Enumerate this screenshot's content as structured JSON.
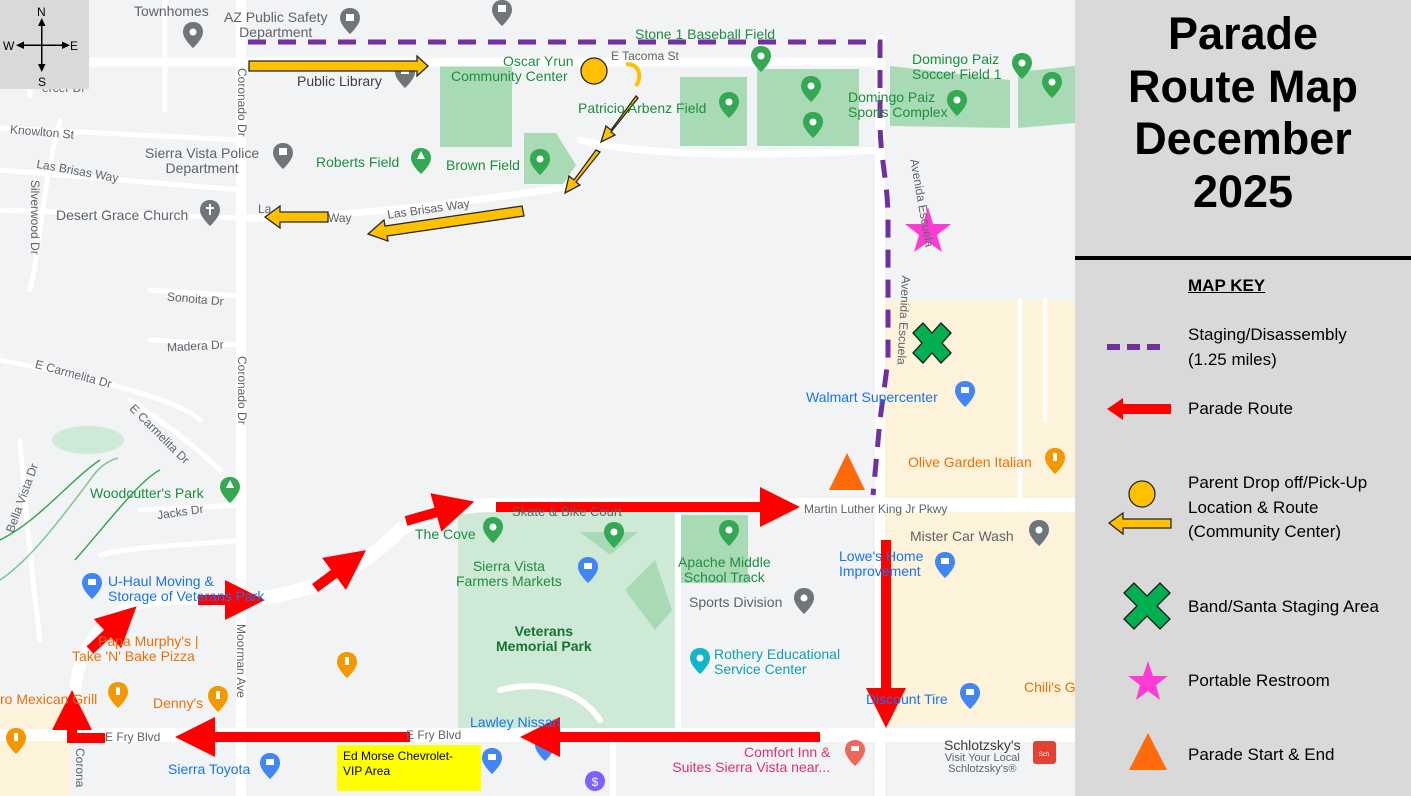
{
  "compass": {
    "n": "N",
    "s": "S",
    "e": "E",
    "w": "W"
  },
  "title": {
    "line1": "Parade",
    "line2": "Route Map",
    "line3": "December",
    "line4": "2025"
  },
  "map_key": {
    "heading": "MAP KEY",
    "items": [
      {
        "symbol": "purple-dashed-line",
        "color": "#7030a0",
        "label_lines": [
          "Staging/Disassembly",
          "(1.25 miles)"
        ]
      },
      {
        "symbol": "red-arrow",
        "color": "#ff0000",
        "label_lines": [
          "Parade Route"
        ]
      },
      {
        "symbol": "orange-circle-and-arrow",
        "color": "#ffc000",
        "label_lines": [
          "Parent Drop off/Pick-Up",
          "Location & Route",
          "(Community Center)"
        ]
      },
      {
        "symbol": "green-x",
        "color": "#00b050",
        "label_lines": [
          "Band/Santa Staging Area"
        ]
      },
      {
        "symbol": "pink-star",
        "color": "#ff3bd6",
        "label_lines": [
          "Portable Restroom"
        ]
      },
      {
        "symbol": "orange-triangle",
        "color": "#ff6a0d",
        "label_lines": [
          "Parade Start & End"
        ]
      }
    ]
  },
  "map": {
    "places": {
      "townhomes": "Townhomes",
      "public_safety": [
        "AZ Public Safety",
        "Department"
      ],
      "public_library": "Public Library",
      "community_center": [
        "Oscar Yrun",
        "Community Center"
      ],
      "tacoma_st": "E Tacoma St",
      "stone_field": "Stone 1 Baseball Field",
      "domingo_soccer": [
        "Domingo Paiz",
        "Soccer Field 1"
      ],
      "domingo_sports": [
        "Domingo Paiz",
        "Sports Complex"
      ],
      "arbenz_field": "Patricio Arbenz Field",
      "police": [
        "Sierra Vista Police",
        "Department"
      ],
      "roberts_field": "Roberts Field",
      "brown_field": "Brown Field",
      "desert_grace": "Desert Grace Church",
      "walmart": "Walmart Supercenter",
      "olive_garden": "Olive Garden Italian",
      "woodcutters": "Woodcutter's Park",
      "skate": "Skate & Bike Court",
      "the_cove": "The Cove",
      "farmers_markets": [
        "Sierra Vista",
        "Farmers Markets"
      ],
      "apache": [
        "Apache Middle",
        "School Track"
      ],
      "sports_division": "Sports Division",
      "mister_car_wash": "Mister Car Wash",
      "lowes": [
        "Lowe's Home",
        "Improvement"
      ],
      "uhaul": [
        "U-Haul Moving &",
        "Storage of Veterans Park"
      ],
      "papa_murphys": [
        "Papa Murphy's |",
        "Take 'N' Bake Pizza"
      ],
      "veterans_park": [
        "Veterans",
        "Memorial Park"
      ],
      "rothery": [
        "Rothery Educational",
        "Service Center"
      ],
      "chilis": "Chili's G",
      "discount_tire": "Discount Tire",
      "mexican_grill": "ro Mexican Grill",
      "dennys": "Denny's",
      "lawley": "Lawley Nissan",
      "comfort_inn": [
        "Comfort Inn &",
        "Suites Sierra Vista near..."
      ],
      "schlotzskys": [
        "Schlotzsky's",
        "Visit Your Local",
        "Schlotzsky's®"
      ],
      "sierra_toyota": "Sierra Toyota",
      "vip": [
        "Ed Morse Chevrolet-",
        "VIP Area"
      ]
    },
    "roads": {
      "coronado_upper": "Coronado Dr",
      "coronado_mid": "Coronado Dr",
      "coronado_lower": "Corona",
      "knowlton": "Knowlton St",
      "las_brisas_w": "Las Brisas Way",
      "las_brisas_e": "Las Brisas Way",
      "las_brisas_short": "La",
      "las_brisas_way_frag": "Way",
      "silverwood": "Silverwood Dr",
      "sonoita": "Sonoita Dr",
      "madera": "Madera Dr",
      "carmelita_w": "E Carmelita Dr",
      "carmelita_e": "E Carmelita Dr",
      "jacks": "Jacks Dr",
      "bella_vista": "Bella Vista Dr",
      "moorman": "Moorman Ave",
      "mlk": "Martin Luther King Jr Pkwy",
      "avenida_upper": "Avenida Escuela",
      "avenida_lower": "Avenida Escuela",
      "fry_west": "E Fry Blvd",
      "fry_mid": "E Fry Blvd",
      "cer": "ercer Dr"
    }
  }
}
